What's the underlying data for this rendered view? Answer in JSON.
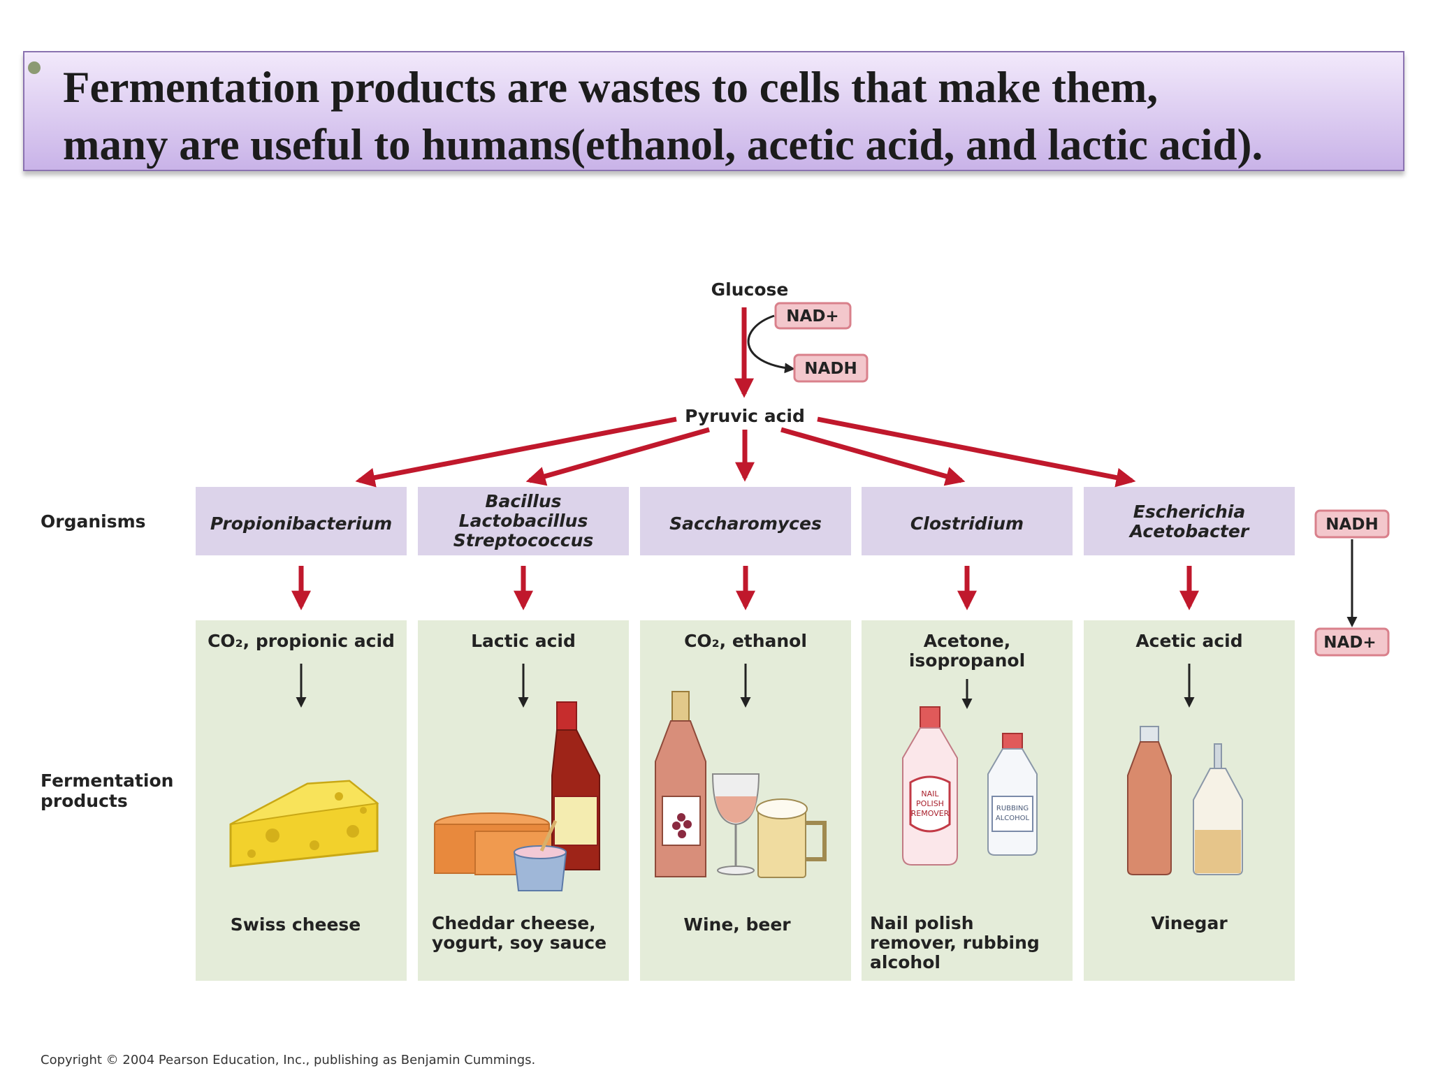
{
  "header": {
    "line1": "Fermentation products are wastes to cells that make them,",
    "line2": "many are useful to humans(ethanol, acetic acid, and lactic acid)."
  },
  "diagram": {
    "glucose": "Glucose",
    "nad_plus": "NAD+",
    "nadh": "NADH",
    "pyruvic_acid": "Pyruvic acid",
    "organisms_label": "Organisms",
    "products_label_1": "Fermentation",
    "products_label_2": "products",
    "side_nadh": "NADH",
    "side_nad_plus": "NAD+",
    "columns": [
      {
        "organisms": [
          "Propionibacterium"
        ],
        "acid": [
          "CO₂, propionic acid"
        ],
        "product": [
          "Swiss cheese"
        ]
      },
      {
        "organisms": [
          "Bacillus",
          "Lactobacillus",
          "Streptococcus"
        ],
        "acid": [
          "Lactic acid"
        ],
        "product": [
          "Cheddar cheese,",
          "yogurt, soy sauce"
        ]
      },
      {
        "organisms": [
          "Saccharomyces"
        ],
        "acid": [
          "CO₂, ethanol"
        ],
        "product": [
          "Wine, beer"
        ]
      },
      {
        "organisms": [
          "Clostridium"
        ],
        "acid": [
          "Acetone,",
          "isopropanol"
        ],
        "product": [
          "Nail polish",
          "remover, rubbing",
          "alcohol"
        ]
      },
      {
        "organisms": [
          "Escherichia",
          "Acetobacter"
        ],
        "acid": [
          "Acetic acid"
        ],
        "product": [
          "Vinegar"
        ]
      }
    ],
    "bottle_labels": {
      "nail_polish": [
        "NAIL",
        "POLISH",
        "REMOVER"
      ],
      "rubbing_alcohol": [
        "RUBBING",
        "ALCOHOL"
      ]
    }
  },
  "footer": {
    "copyright": "Copyright © 2004 Pearson Education, Inc., publishing as Benjamin Cummings."
  },
  "colors": {
    "banner_top": "#f2e9fb",
    "banner_bottom": "#c9b3e8",
    "organism_box": "#dcd3ea",
    "product_box": "#e4ecd9",
    "arrow_red": "#c0182c",
    "pill_fill": "#f3c7cc",
    "pill_border": "#d9808b"
  }
}
